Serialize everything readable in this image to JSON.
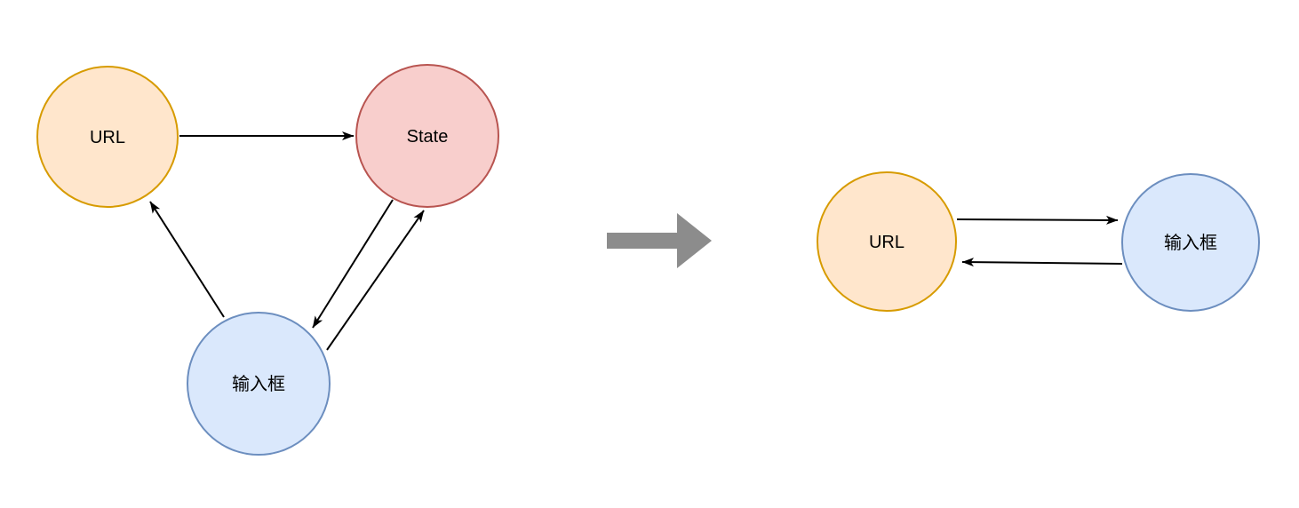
{
  "colors": {
    "node_orange_fill": "#FFE6CC",
    "node_orange_stroke": "#D79B00",
    "node_red_fill": "#F8CECC",
    "node_red_stroke": "#B85450",
    "node_blue_fill": "#DAE8FC",
    "node_blue_stroke": "#6C8EBF",
    "edge_color": "#000000",
    "text_color": "#000000",
    "transform_arrow_color": "#8C8C8C",
    "background": "#FFFFFF"
  },
  "left_graph": {
    "nodes": [
      {
        "id": "url",
        "label": "URL",
        "color": "orange"
      },
      {
        "id": "state",
        "label": "State",
        "color": "red"
      },
      {
        "id": "input-box",
        "label": "输入框",
        "color": "blue"
      }
    ],
    "edges": [
      {
        "from": "URL",
        "to": "State"
      },
      {
        "from": "State",
        "to": "输入框"
      },
      {
        "from": "输入框",
        "to": "State"
      },
      {
        "from": "输入框",
        "to": "URL"
      }
    ]
  },
  "transform_arrow": {
    "icon": "right-block-arrow-icon",
    "direction": "right"
  },
  "right_graph": {
    "nodes": [
      {
        "id": "url",
        "label": "URL",
        "color": "orange"
      },
      {
        "id": "input-box",
        "label": "输入框",
        "color": "blue"
      }
    ],
    "edges": [
      {
        "from": "URL",
        "to": "输入框"
      },
      {
        "from": "输入框",
        "to": "URL"
      }
    ]
  }
}
